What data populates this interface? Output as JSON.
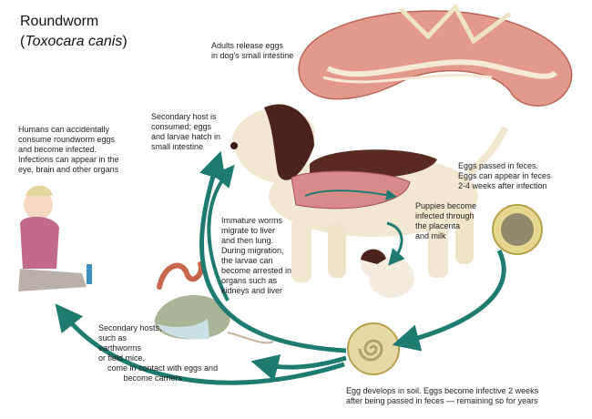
{
  "title": "Roundworm",
  "subtitle": {
    "open": "(",
    "species": "Toxocara canis",
    "close": ")"
  },
  "colors": {
    "arrow": "#1e7b70",
    "intestine": "#e39a8c",
    "egg_ring": "#c9b96a"
  },
  "labels": {
    "adults": "Adults release eggs\nin dog's small intestine",
    "humans": "Humans can accidentally\nconsume roundworm eggs\nand become infected.\nInfections can appear in the\neye, brain and other organs",
    "secondary_consumed": "Secondary host is\nconsumed; eggs\nand larvae hatch in\nsmall intestine",
    "eggs_passed": "Eggs passed in feces.\nEggs can appear in feces\n2-4 weeks after infection",
    "puppies": "Puppies become\ninfected through\nthe placenta\nand milk",
    "immature": "Immature worms\nmigrate to liver\nand then lung.\nDuring migration,\nthe larvae can\nbecome arrested in\norgans such as\nkidneys and liver",
    "secondary_hosts": "Secondary hosts,\nsuch as\nearthworms\nor field mice,",
    "secondary_hosts_2": "come in contact with eggs and\n       become carriers",
    "egg_soil": "Egg develops in soil. Eggs become infective 2 weeks\nafter being passed in feces — remaining so for years"
  }
}
